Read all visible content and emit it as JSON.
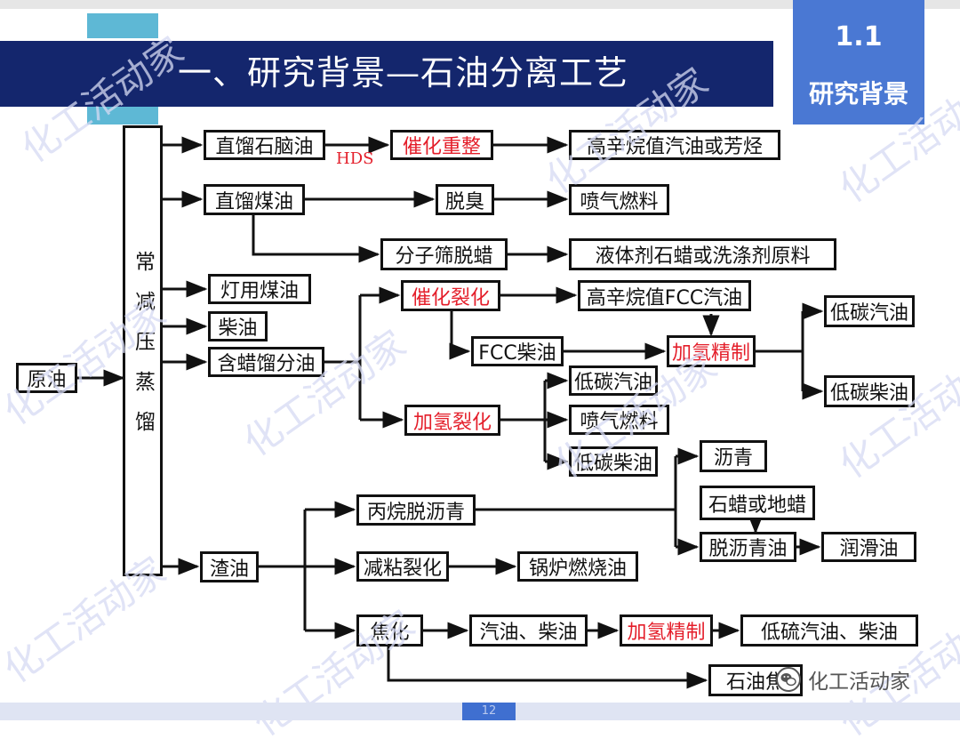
{
  "slide": {
    "title": "一、研究背景—石油分离工艺",
    "section_number": "1.1",
    "section_title": "研究背景",
    "page_number": "12",
    "watermark": "化工活动家",
    "brand": "化工活动家"
  },
  "diagram": {
    "nodes": [
      {
        "id": "yuanyou",
        "label": "原油",
        "red": false
      },
      {
        "id": "changjian",
        "label": "常减压蒸馏",
        "red": false
      },
      {
        "id": "zhiliu-shinaoyou",
        "label": "直馏石脑油",
        "red": false
      },
      {
        "id": "cuihua-chongzheng",
        "label": "催化重整",
        "red": true
      },
      {
        "id": "gaoxin-qiyou-fangting",
        "label": "高辛烷值汽油或芳烃",
        "red": false
      },
      {
        "id": "zhiliu-meiyou",
        "label": "直馏煤油",
        "red": false
      },
      {
        "id": "tuochou",
        "label": "脱臭",
        "red": false
      },
      {
        "id": "penqi-ranliao-1",
        "label": "喷气燃料",
        "red": false
      },
      {
        "id": "fenzishai-tuola",
        "label": "分子筛脱蜡",
        "red": false
      },
      {
        "id": "yetiji-shila",
        "label": "液体剂石蜡或洗涤剂原料",
        "red": false
      },
      {
        "id": "dengyong-meiyou",
        "label": "灯用煤油",
        "red": false
      },
      {
        "id": "chaiyou",
        "label": "柴油",
        "red": false
      },
      {
        "id": "hanla-liufenyou",
        "label": "含蜡馏分油",
        "red": false
      },
      {
        "id": "cuihua-liehua",
        "label": "催化裂化",
        "red": true
      },
      {
        "id": "gaoxin-fcc-qiyou",
        "label": "高辛烷值FCC汽油",
        "red": false
      },
      {
        "id": "fcc-chaiyou",
        "label": "FCC柴油",
        "red": false
      },
      {
        "id": "jiaqing-jingzhi-1",
        "label": "加氢精制",
        "red": true
      },
      {
        "id": "ditan-qiyou-1",
        "label": "低碳汽油",
        "red": false
      },
      {
        "id": "ditan-chaiyou-1",
        "label": "低碳柴油",
        "red": false
      },
      {
        "id": "jiaqing-liehua",
        "label": "加氢裂化",
        "red": true
      },
      {
        "id": "ditan-qiyou-2",
        "label": "低碳汽油",
        "red": false
      },
      {
        "id": "penqi-ranliao-2",
        "label": "喷气燃料",
        "red": false
      },
      {
        "id": "ditan-chaiyou-2",
        "label": "低碳柴油",
        "red": false
      },
      {
        "id": "liqing",
        "label": "沥青",
        "red": false
      },
      {
        "id": "shila-dila",
        "label": "石蜡或地蜡",
        "red": false
      },
      {
        "id": "bingwan-tuoliqing",
        "label": "丙烷脱沥青",
        "red": false
      },
      {
        "id": "tuoliqing-you",
        "label": "脱沥青油",
        "red": false
      },
      {
        "id": "runhuayou",
        "label": "润滑油",
        "red": false
      },
      {
        "id": "zhayou",
        "label": "渣油",
        "red": false
      },
      {
        "id": "jiannian-liehua",
        "label": "减粘裂化",
        "red": false
      },
      {
        "id": "guolu-ranshaoyou",
        "label": "锅炉燃烧油",
        "red": false
      },
      {
        "id": "jiaohua",
        "label": "焦化",
        "red": false
      },
      {
        "id": "qiyou-chaiyou",
        "label": "汽油、柴油",
        "red": false
      },
      {
        "id": "jiaqing-jingzhi-2",
        "label": "加氢精制",
        "red": true
      },
      {
        "id": "diliu-qiyou-chaiyou",
        "label": "低硫汽油、柴油",
        "red": false
      },
      {
        "id": "shiyoujiao",
        "label": "石油焦",
        "red": false
      }
    ],
    "hds_label": "HDS"
  },
  "colors": {
    "title_bar": "#14266d",
    "title_accent": "#5eb8d5",
    "section_box": "#4a78d3",
    "highlight_text": "#e41e2a",
    "line": "#111111",
    "watermark": "#d6daf3"
  },
  "icons": {
    "brand": "wechat-icon"
  }
}
